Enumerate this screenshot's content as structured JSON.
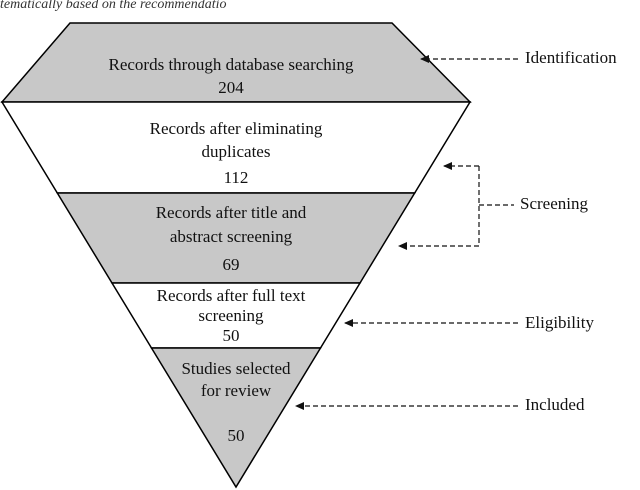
{
  "caption": "tematically based on the recommendatio",
  "funnel": {
    "colors": {
      "gray": "#c8c8c8",
      "white": "#ffffff",
      "stroke": "#000000"
    },
    "stages": [
      {
        "lines": [
          "Records through database searching"
        ],
        "count": "204",
        "fill": "gray"
      },
      {
        "lines": [
          "Records after eliminating",
          "duplicates"
        ],
        "count": "112",
        "fill": "white"
      },
      {
        "lines": [
          "Records after title and",
          "abstract screening"
        ],
        "count": "69",
        "fill": "gray"
      },
      {
        "lines": [
          "Records after full text",
          "screening"
        ],
        "count": "50",
        "fill": "white"
      },
      {
        "lines": [
          "Studies selected",
          "for review"
        ],
        "count": "50",
        "fill": "gray"
      }
    ]
  },
  "phases": [
    {
      "label": "Identification"
    },
    {
      "label": "Screening"
    },
    {
      "label": "Eligibility"
    },
    {
      "label": "Included"
    }
  ]
}
